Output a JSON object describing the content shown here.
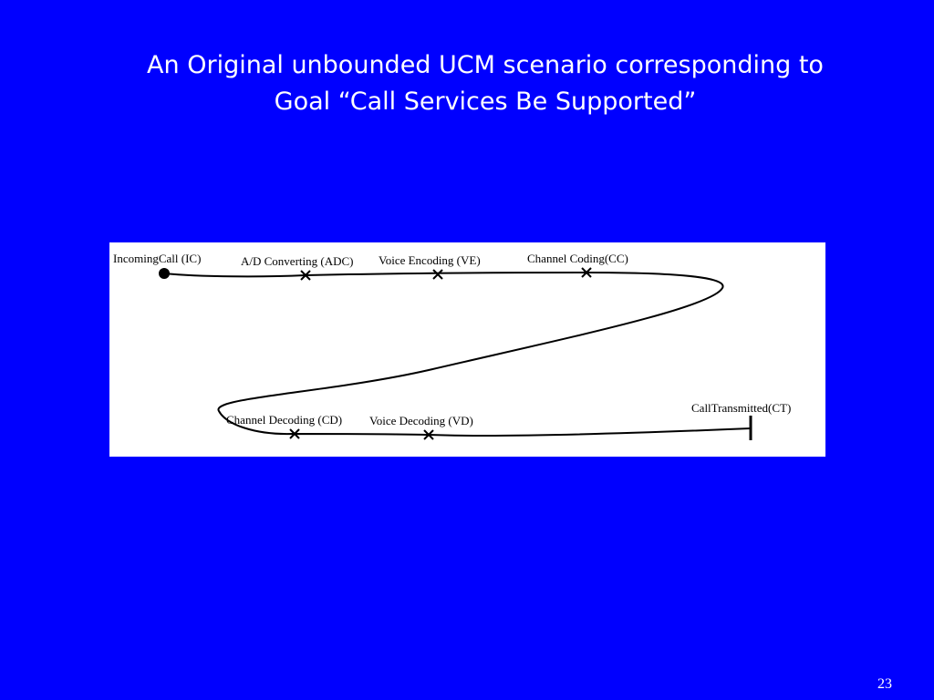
{
  "slide": {
    "title_line1": "An Original unbounded UCM scenario corresponding to",
    "title_line2": "Goal “Call Services Be Supported”",
    "page_number": "23"
  },
  "colors": {
    "background": "#0000ff",
    "panel": "#ffffff",
    "ink": "#000000"
  },
  "diagram": {
    "start_point": "IncomingCall (IC)",
    "end_point": "CallTransmitted(CT)",
    "responsibilities": [
      "A/D Converting (ADC)",
      "Voice Encoding (VE)",
      "Channel Coding(CC)",
      "Channel Decoding (CD)",
      "Voice Decoding (VD)"
    ]
  }
}
